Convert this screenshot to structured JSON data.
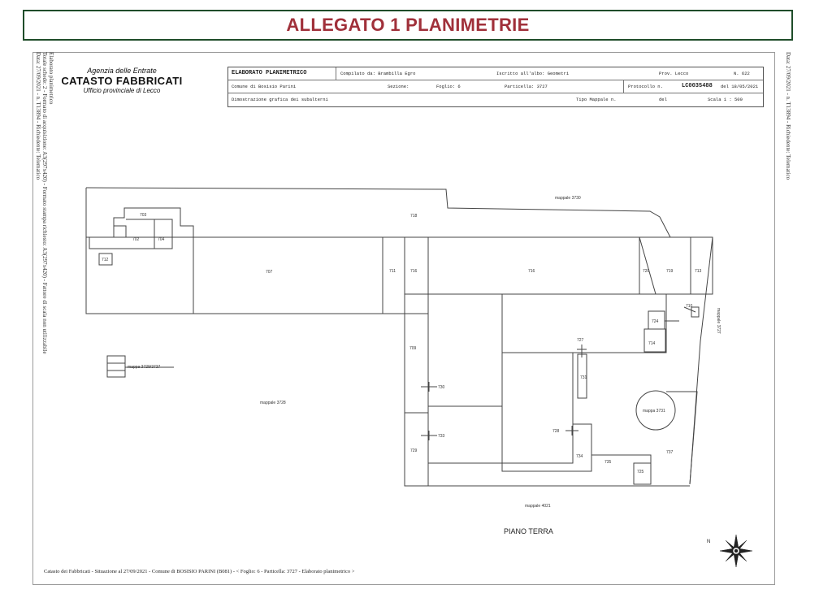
{
  "banner": {
    "title": "ALLEGATO 1 PLANIMETRIE"
  },
  "agency": {
    "line1": "Agenzia delle Entrate",
    "line2": "CATASTO FABBRICATI",
    "line3": "Ufficio provinciale di  Lecco"
  },
  "side": {
    "left1": "Data: 27/09/2021 - n. T13894 - Richiedente: Telematico",
    "left2": "Totale schede: 2 - Formato di acquisizione: A3(297x420) - Formato stampa richiesto: A3(297x420) - Fattore di scala non utilizzabile",
    "left3": "Elaborato planimetrico",
    "right1": "Data: 27/09/2021 - n. T13894 - Richiedente: Telematico"
  },
  "header": {
    "elaborato": "ELABORATO PLANIMETRICO",
    "compilato": "Compilato da: Brambilla Egro",
    "iscritto": "Iscritto all'albo: Geometri",
    "prov_label": "Prov. Lecco",
    "num": "N. 622",
    "comune": "Comune di Bosisio Parini",
    "sezione": "Sezione:",
    "foglio": "Foglio: 6",
    "particella": "Particella: 3727",
    "protocollo_label": "Protocollo n.",
    "protocollo_value": "LC0035488",
    "del": "del 18/05/2021",
    "dimostrazione": "Dimostrazione grafica dei subalterni",
    "tipo": "Tipo Mappale n.",
    "del2": "del",
    "scala": "Scala 1 : 500"
  },
  "labels": {
    "l703": "703",
    "l702": "702",
    "l704": "704",
    "l712": "712",
    "l718_top": "718",
    "mappale_3730": "mappale 3730",
    "l707": "707",
    "l711": "711",
    "l716a": "716",
    "l716b": "716",
    "l720": "720",
    "l719": "719",
    "l713": "713",
    "l710": "710",
    "l724": "724",
    "l714": "714",
    "l727": "727",
    "l709": "709",
    "l730": "730",
    "l733": "733",
    "l731": "731",
    "l729": "729",
    "l728": "728",
    "l734": "734",
    "l735": "735",
    "l737": "737",
    "l725": "725",
    "mappa_3731": "mappa 3731",
    "mappale_3728": "mappale 3728",
    "mappale_4021": "mappale 4021",
    "mappa_3729": "mappa 3729/3737",
    "mappale_side": "mappale 3727"
  },
  "footer": {
    "text": "Catasto dei Fabbricati - Situazione al 27/09/2021 - Comune di BOSISIO PARINI (B081) - < Foglio: 6 - Particella: 3727 - Elaborato planimetrico >"
  },
  "piano": {
    "label": "PIANO TERRA"
  },
  "colors": {
    "banner_border": "#1f4d2a",
    "banner_text": "#a0303a",
    "lines": "#444444"
  },
  "icons": {
    "compass": "compass-rose-icon"
  }
}
